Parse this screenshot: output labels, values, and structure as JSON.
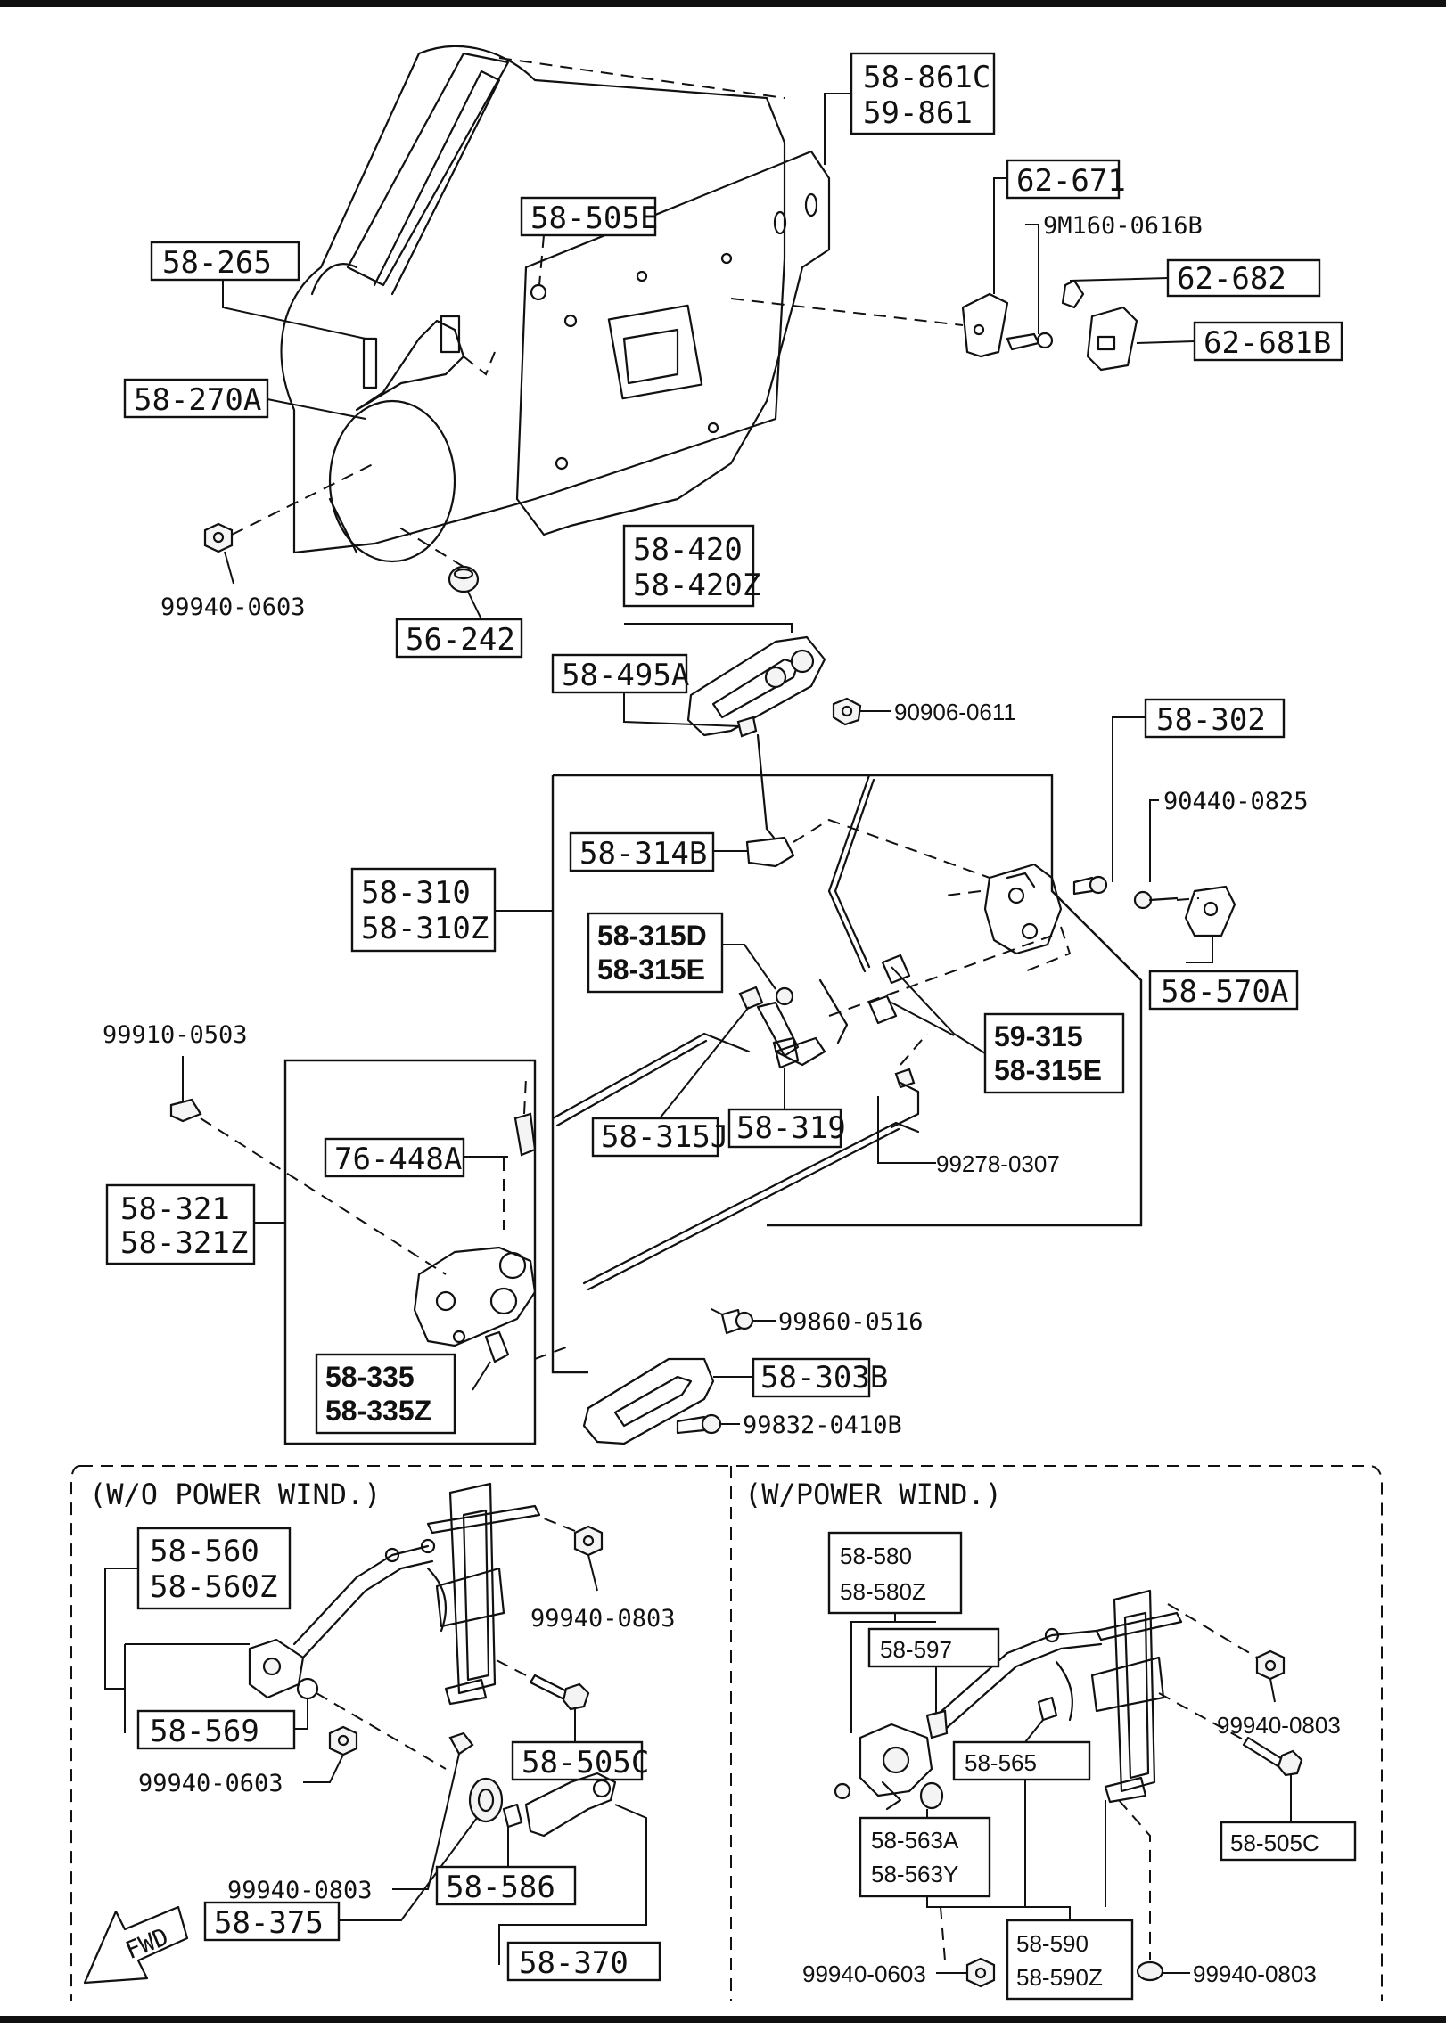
{
  "diagram": {
    "labels": {
      "p58_861c": "58-861C",
      "p59_861": "59-861",
      "p62_671": "62-671",
      "p9m160": "9M160-0616B",
      "p62_682": "62-682",
      "p62_681b": "62-681B",
      "p58_505e": "58-505E",
      "p58_265": "58-265",
      "p58_270a": "58-270A",
      "p99940_0603_a": "99940-0603",
      "p56_242": "56-242",
      "p58_420": "58-420",
      "p58_420z": "58-420Z",
      "p58_495a": "58-495A",
      "p90906": "90906-0611",
      "p58_302": "58-302",
      "p90440": "90440-0825",
      "p58_314b": "58-314B",
      "p58_310": "58-310",
      "p58_310z": "58-310Z",
      "p58_315d": "58-315D",
      "p58_315e": "58-315E",
      "p58_570a": "58-570A",
      "p99910": "99910-0503",
      "p59_315": "59-315",
      "p58_315e_b": "58-315E",
      "p58_315j": "58-315J",
      "p58_319": "58-319",
      "p76_448a": "76-448A",
      "p99278": "99278-0307",
      "p58_321": "58-321",
      "p58_321z": "58-321Z",
      "p99860": "99860-0516",
      "p58_335": "58-335",
      "p58_335z": "58-335Z",
      "p58_303b": "58-303B",
      "p99832": "99832-0410B",
      "wo_power": "(W/O POWER WIND.)",
      "w_power": "(W/POWER WIND.)",
      "p58_560": "58-560",
      "p58_560z": "58-560Z",
      "p99940_0803_a": "99940-0803",
      "p58_569": "58-569",
      "p58_505c_a": "58-505C",
      "p99940_0603_b": "99940-0603",
      "p99940_0803_b": "99940-0803",
      "p58_375": "58-375",
      "p58_586": "58-586",
      "p58_370": "58-370",
      "fwd": "FWD",
      "p58_580": "58-580",
      "p58_580z": "58-580Z",
      "p58_597": "58-597",
      "p99940_0803_c": "99940-0803",
      "p58_565": "58-565",
      "p58_563a": "58-563A",
      "p58_563y": "58-563Y",
      "p58_505c_b": "58-505C",
      "p58_590": "58-590",
      "p58_590z": "58-590Z",
      "p99940_0603_c": "99940-0603",
      "p99940_0803_d": "99940-0803"
    }
  }
}
